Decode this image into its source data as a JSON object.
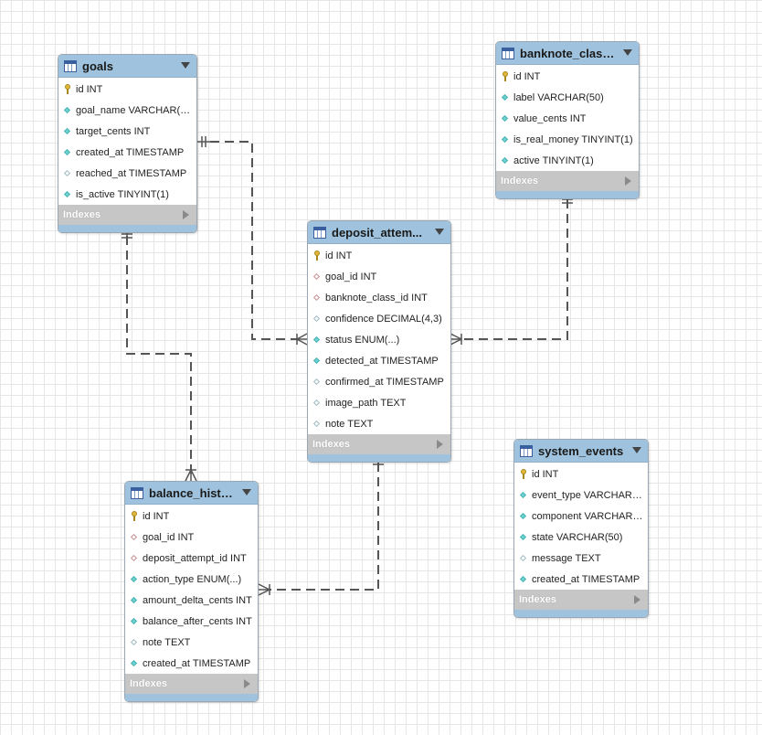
{
  "colors": {
    "header": "#9fc3de",
    "line": "#555555",
    "indexes_bar": "#c6c6c6"
  },
  "icons": {
    "table": "table-icon",
    "pk": "key-icon",
    "nn": "cyan-diamond-icon",
    "fk": "red-diamond-icon",
    "null": "hollow-diamond-icon"
  },
  "tables": [
    {
      "id": "goals",
      "title": "goals",
      "indexes_label": "Indexes",
      "columns": [
        {
          "label": "id INT",
          "icon": "pk"
        },
        {
          "label": "goal_name VARCHAR(10...",
          "icon": "nn"
        },
        {
          "label": "target_cents INT",
          "icon": "nn"
        },
        {
          "label": "created_at TIMESTAMP",
          "icon": "nn"
        },
        {
          "label": "reached_at TIMESTAMP",
          "icon": "null"
        },
        {
          "label": "is_active TINYINT(1)",
          "icon": "nn"
        }
      ]
    },
    {
      "id": "banknote_classes",
      "title": "banknote_class...",
      "indexes_label": "Indexes",
      "columns": [
        {
          "label": "id INT",
          "icon": "pk"
        },
        {
          "label": "label VARCHAR(50)",
          "icon": "nn"
        },
        {
          "label": "value_cents INT",
          "icon": "nn"
        },
        {
          "label": "is_real_money TINYINT(1)",
          "icon": "nn"
        },
        {
          "label": "active TINYINT(1)",
          "icon": "nn"
        }
      ]
    },
    {
      "id": "deposit_attempts",
      "title": "deposit_attem...",
      "indexes_label": "Indexes",
      "columns": [
        {
          "label": "id INT",
          "icon": "pk"
        },
        {
          "label": "goal_id INT",
          "icon": "fk"
        },
        {
          "label": "banknote_class_id INT",
          "icon": "fk"
        },
        {
          "label": "confidence DECIMAL(4,3)",
          "icon": "null"
        },
        {
          "label": "status ENUM(...)",
          "icon": "nn"
        },
        {
          "label": "detected_at TIMESTAMP",
          "icon": "nn"
        },
        {
          "label": "confirmed_at TIMESTAMP",
          "icon": "null"
        },
        {
          "label": "image_path TEXT",
          "icon": "null"
        },
        {
          "label": "note TEXT",
          "icon": "null"
        }
      ]
    },
    {
      "id": "system_events",
      "title": "system_events",
      "indexes_label": "Indexes",
      "columns": [
        {
          "label": "id INT",
          "icon": "pk"
        },
        {
          "label": "event_type VARCHAR(5...",
          "icon": "nn"
        },
        {
          "label": "component VARCHAR(5...",
          "icon": "nn"
        },
        {
          "label": "state VARCHAR(50)",
          "icon": "nn"
        },
        {
          "label": "message TEXT",
          "icon": "null"
        },
        {
          "label": "created_at TIMESTAMP",
          "icon": "nn"
        }
      ]
    },
    {
      "id": "balance_history",
      "title": "balance_histo...",
      "indexes_label": "Indexes",
      "columns": [
        {
          "label": "id INT",
          "icon": "pk"
        },
        {
          "label": "goal_id INT",
          "icon": "fk"
        },
        {
          "label": "deposit_attempt_id INT",
          "icon": "fk"
        },
        {
          "label": "action_type ENUM(...)",
          "icon": "nn"
        },
        {
          "label": "amount_delta_cents INT",
          "icon": "nn"
        },
        {
          "label": "balance_after_cents INT",
          "icon": "nn"
        },
        {
          "label": "note TEXT",
          "icon": "null"
        },
        {
          "label": "created_at TIMESTAMP",
          "icon": "nn"
        }
      ]
    }
  ]
}
